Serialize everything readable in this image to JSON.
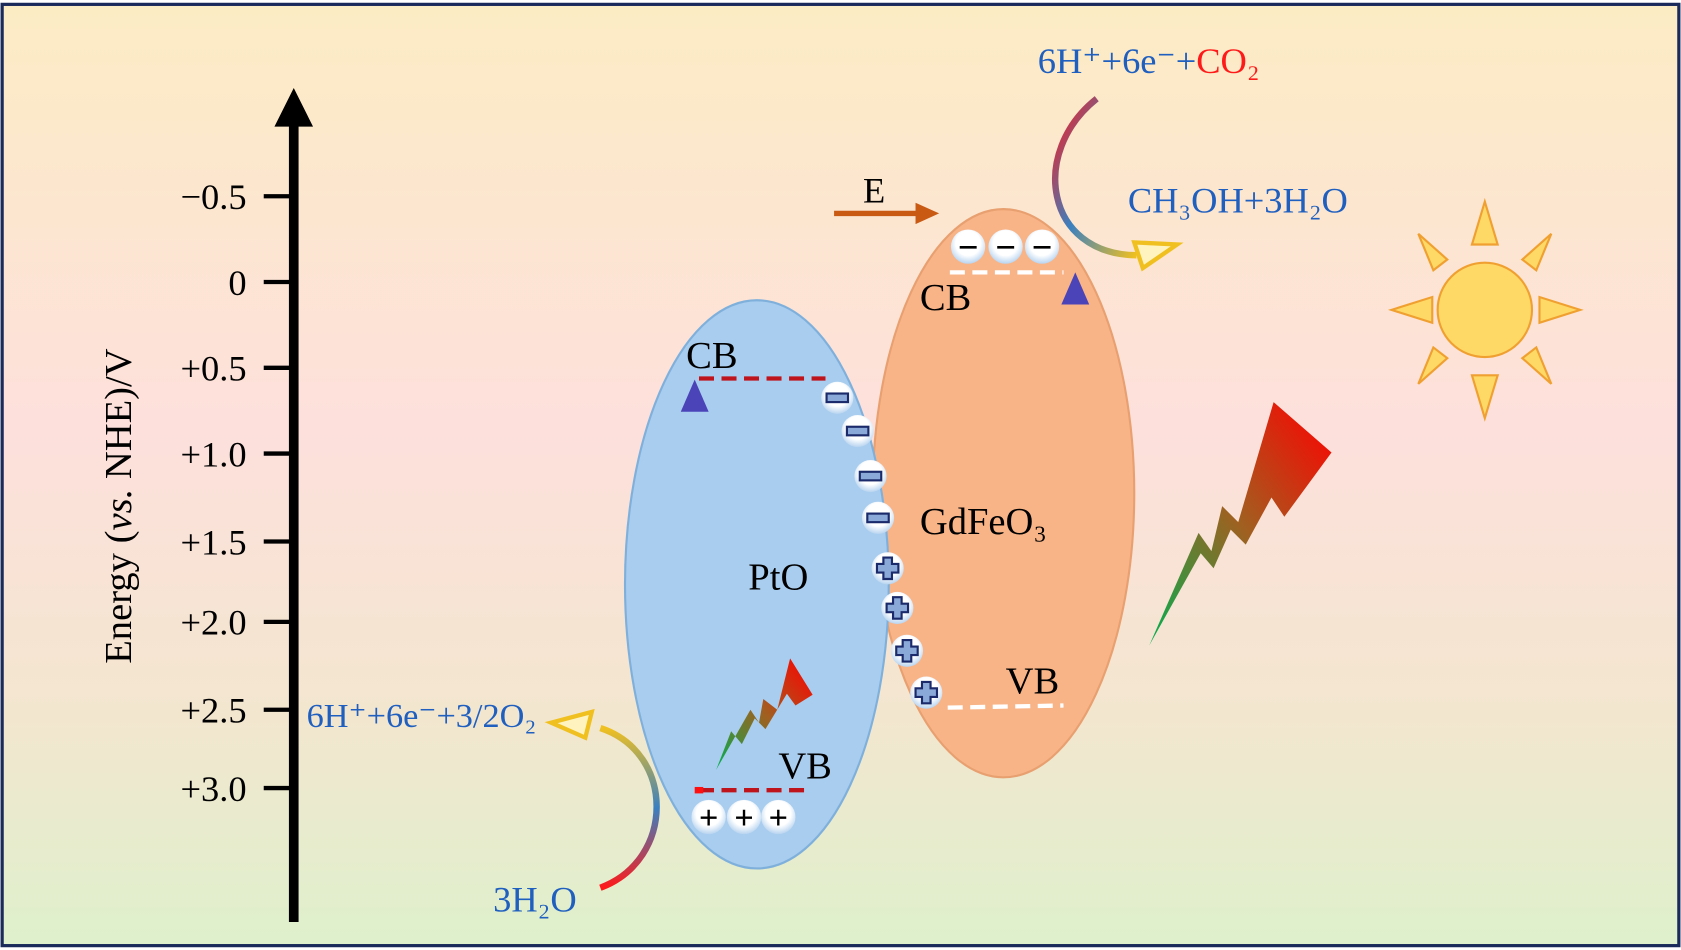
{
  "axis": {
    "label_pre": "Energy (",
    "label_italic": "vs.",
    "label_post": " NHE)/V",
    "ticks": [
      "−0.5",
      "0",
      "+0.5",
      "+1.0",
      "+1.5",
      "+2.0",
      "+2.5",
      "+3.0"
    ]
  },
  "pto": {
    "name": "PtO",
    "cb": "CB",
    "vb": "VB",
    "holes": [
      "+",
      "+",
      "+"
    ]
  },
  "gdfeo3": {
    "name": "GdFeO₃",
    "cb": "CB",
    "vb": "VB",
    "electrons": [
      "−",
      "−",
      "−"
    ]
  },
  "field_label": "E",
  "reduction": {
    "reactants_a": "6H⁺+6e⁻+",
    "reactants_b": "CO₂",
    "products": "CH₃OH+3H₂O"
  },
  "oxidation": {
    "reactant": "3H₂O",
    "products": "6H⁺+6e⁻+3/2O₂"
  },
  "colors": {
    "pto": "#a9cdee",
    "gdfeo3": "#f8b487",
    "text_blue": "#1f5fbf",
    "co2_red": "#ff1a1a",
    "sun": "#ffd966"
  }
}
